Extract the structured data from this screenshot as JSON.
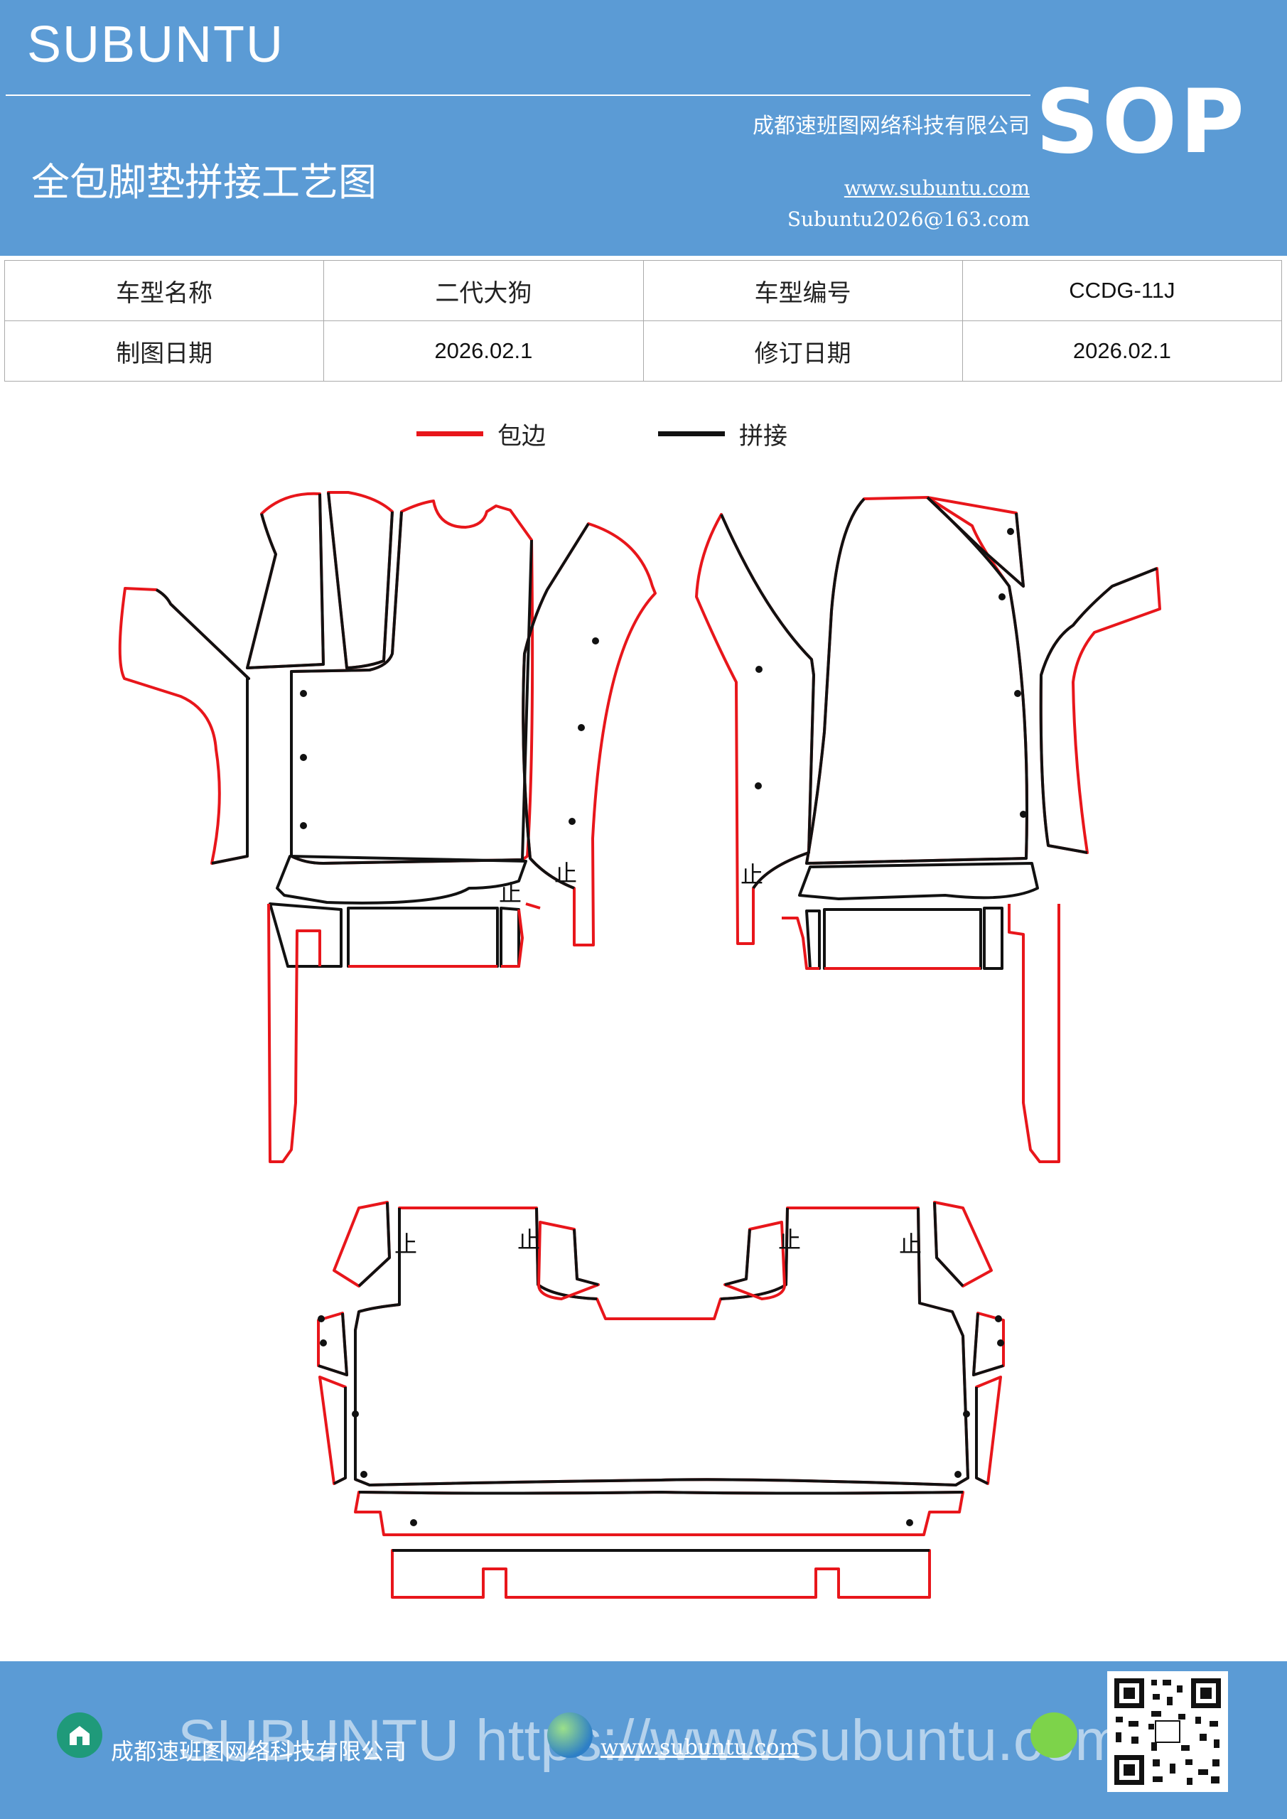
{
  "header": {
    "brand": "SUBUNTU",
    "doc_title": "全包脚垫拼接工艺图",
    "company": "成都速班图网络科技有限公司",
    "website": "www.subuntu.com",
    "email": "Subuntu2026@163.com",
    "badge": "SOP"
  },
  "info": {
    "model_name_label": "车型名称",
    "model_name_value": "二代大狗",
    "model_code_label": "车型编号",
    "model_code_value": "CCDG-11J",
    "draw_date_label": "制图日期",
    "draw_date_value": "2026.02.1",
    "revise_date_label": "修订日期",
    "revise_date_value": "2026.02.1"
  },
  "legend": {
    "edge_label": "包边",
    "edge_color": "#e8161b",
    "splice_label": "拼接",
    "splice_color": "#111111"
  },
  "diagram": {
    "stop_mark": "止"
  },
  "footer": {
    "watermark": "SUBUNTU https://www.subuntu.com",
    "company": "成都速班图网络科技有限公司",
    "website": "www.subuntu.com"
  },
  "icons": [
    "home-icon",
    "globe-icon",
    "wechat-icon",
    "qr-code"
  ]
}
